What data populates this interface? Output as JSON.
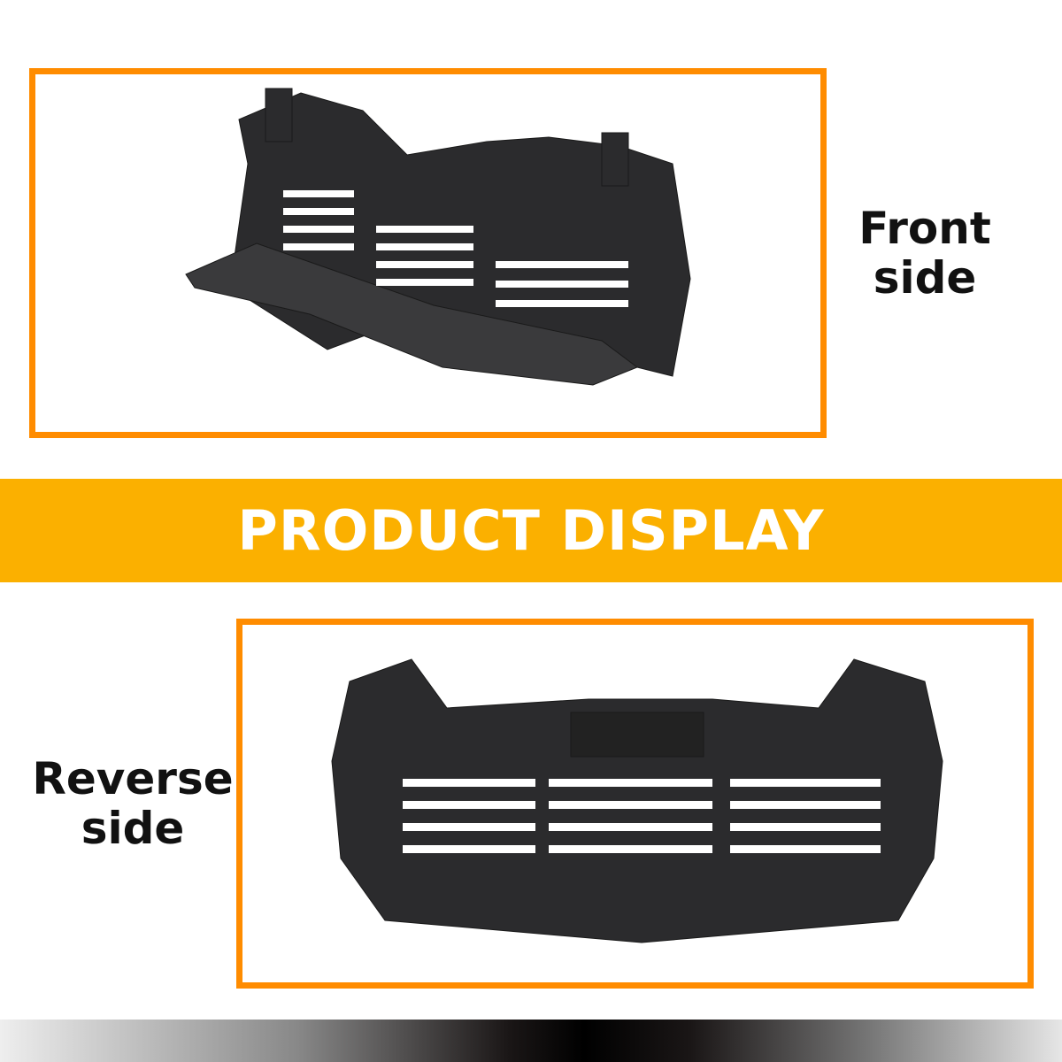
{
  "banner": {
    "title": "PRODUCT DISPLAY"
  },
  "front": {
    "label_line1": "Front",
    "label_line2": "side"
  },
  "reverse": {
    "label_line1": "Reverse",
    "label_line2": "side"
  },
  "colors": {
    "banner": "#FBB000",
    "frame": "#FF8C00",
    "product": "#2b2b2d"
  }
}
